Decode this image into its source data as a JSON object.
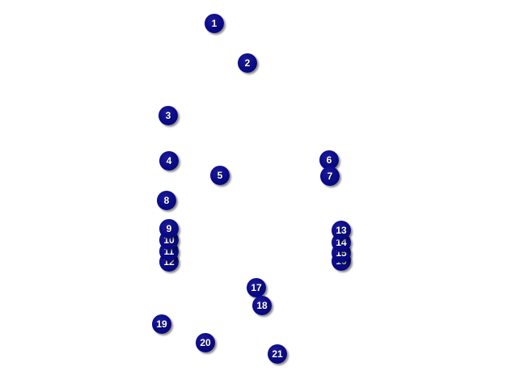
{
  "marker_color": "#0a0a86",
  "label_color": "#ffffff",
  "markers": [
    {
      "label": "1"
    },
    {
      "label": "2"
    },
    {
      "label": "3"
    },
    {
      "label": "4"
    },
    {
      "label": "5"
    },
    {
      "label": "6"
    },
    {
      "label": "7"
    },
    {
      "label": "8"
    },
    {
      "label": "9"
    },
    {
      "label": "10"
    },
    {
      "label": "11"
    },
    {
      "label": "12"
    },
    {
      "label": "13"
    },
    {
      "label": "14"
    },
    {
      "label": "15"
    },
    {
      "label": "16"
    },
    {
      "label": "17"
    },
    {
      "label": "18"
    },
    {
      "label": "19"
    },
    {
      "label": "20"
    },
    {
      "label": "21"
    }
  ]
}
